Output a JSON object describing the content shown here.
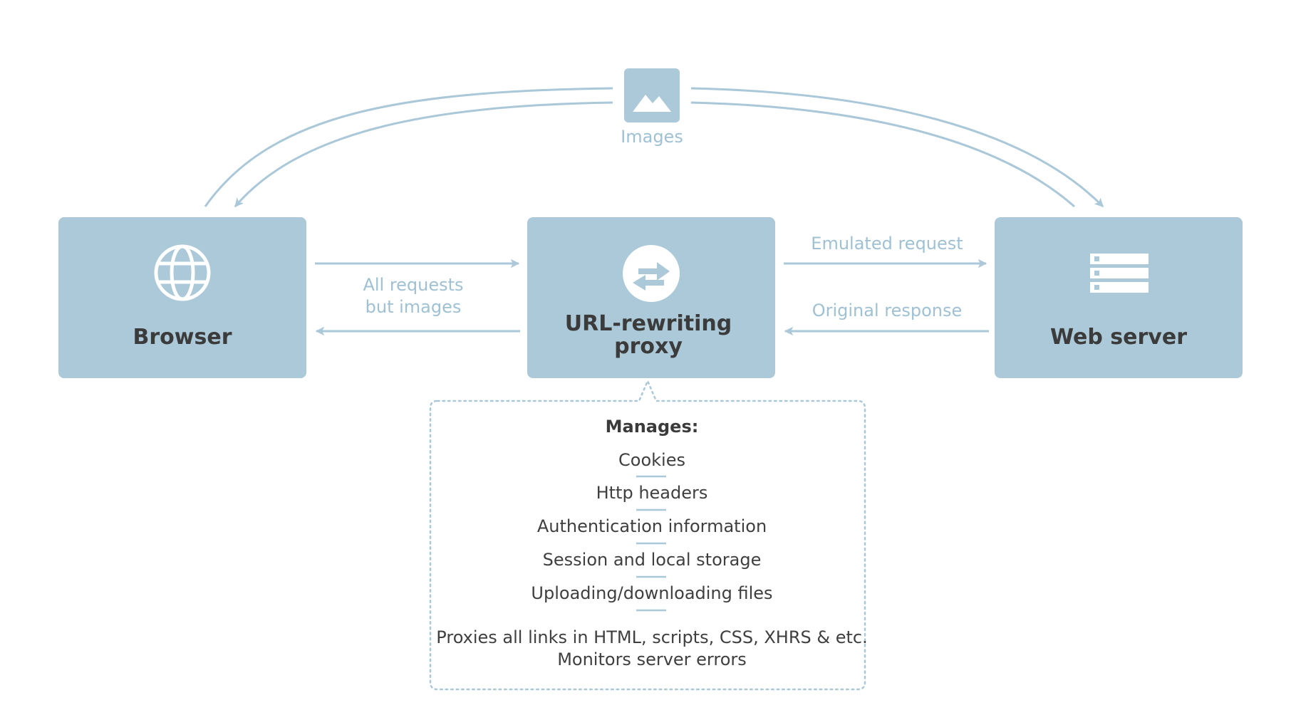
{
  "colors": {
    "box_fill": "#abc9d8",
    "arrow": "#aac8d8",
    "label": "#9fc1d3",
    "node_text": "#3b3b3b",
    "info_border": "#aac8d8",
    "info_text": "#3f3f3f"
  },
  "nodes": {
    "browser": {
      "label": "Browser",
      "icon": "globe-icon"
    },
    "proxy": {
      "label_line1": "URL-rewriting",
      "label_line2": "proxy",
      "icon": "swap-arrows-icon"
    },
    "server": {
      "label": "Web server",
      "icon": "server-icon"
    }
  },
  "images_node": {
    "label": "Images",
    "icon": "image-icon"
  },
  "edges": {
    "all_requests_line1": "All requests",
    "all_requests_line2": "but images",
    "emulated_request": "Emulated request",
    "original_response": "Original response"
  },
  "manages": {
    "title": "Manages:",
    "items": [
      "Cookies",
      "Http headers",
      "Authentication information",
      "Session and local storage",
      "Uploading/downloading files"
    ],
    "footer_line1": "Proxies all links in HTML, scripts, CSS, XHRS & etc.",
    "footer_line2": "Monitors server errors"
  }
}
